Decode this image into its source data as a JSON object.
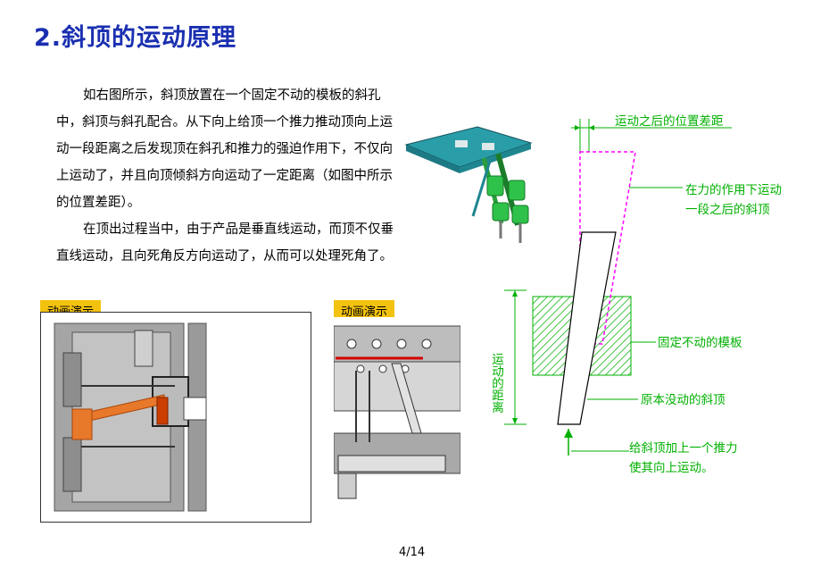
{
  "title": "2.斜顶的运动原理",
  "paragraphs": [
    "如右图所示，斜顶放置在一个固定不动的模板的斜孔中，斜顶与斜孔配合。从下向上给顶一个推力推动顶向上运动一段距离之后发现顶在斜孔和推力的强迫作用下，不仅向上运动了，并且向顶倾斜方向运动了一定距离（如图中所示的位置差距）。",
    "在顶出过程当中，由于产品是垂直线运动，而顶不仅垂直线运动，且向死角反方向运动了，从而可以处理死角了。"
  ],
  "animation_tags": [
    "动画演示",
    "动画演示"
  ],
  "diagram": {
    "label_position_diff": "运动之后的位置差距",
    "label_after_move_1": "在力的作用下运动",
    "label_after_move_2": "一段之后的斜顶",
    "label_fixed_plate": "固定不动的模板",
    "label_original": "原本没动的斜顶",
    "label_force_1": "给斜顶加上一个推力",
    "label_force_2": "使其向上运动。",
    "label_distance": "运动的距离"
  },
  "page_number": "4/14",
  "colors": {
    "title": "#1a2fb0",
    "annotation": "#00b000",
    "tag": "#f3c20e",
    "moved_lifter": "#ff00ff"
  }
}
